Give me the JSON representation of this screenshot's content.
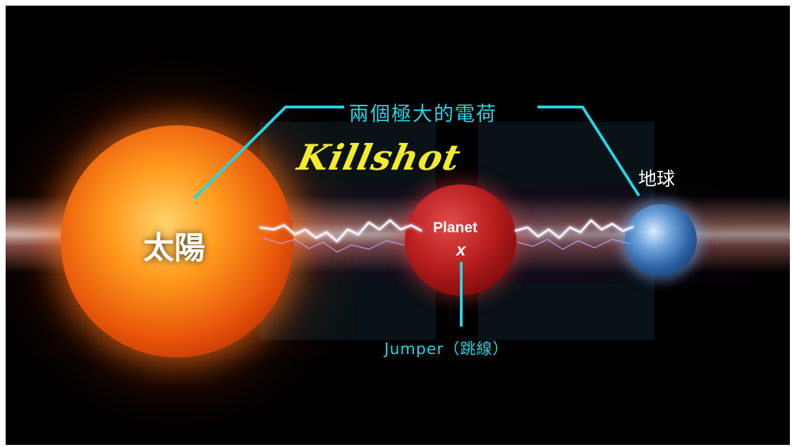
{
  "labels": {
    "sun": "太陽",
    "earth": "地球",
    "planet_name": "Planet",
    "planet_x": "x",
    "charge_caption": "兩個極大的電荷",
    "jumper_caption": "Jumper（跳線）",
    "title": "Killshot"
  },
  "colors": {
    "callout_line": "#22d6e6",
    "title_yellow": "#f2ec2a",
    "background": "#000000"
  }
}
